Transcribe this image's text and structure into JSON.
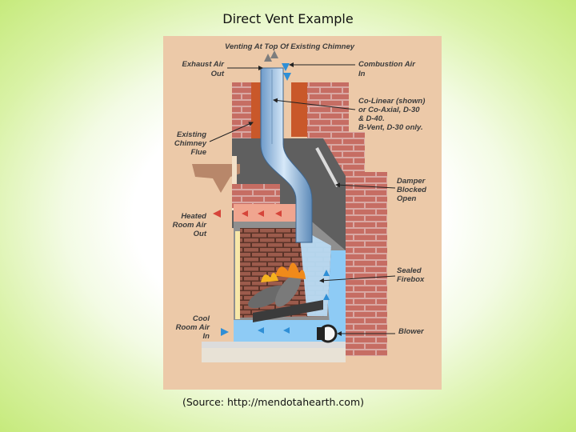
{
  "slide": {
    "title": "Direct Vent Example",
    "source": "(Source: http://mendotahearth.com)"
  },
  "diagram": {
    "background_color": "#ecc9a8",
    "labels": {
      "top": "Venting At Top Of Existing Chimney",
      "exhaust_1": "Exhaust Air",
      "exhaust_2": "Out",
      "combustion_1": "Combustion Air",
      "combustion_2": "In",
      "colinear_1": "Co-Linear (shown)",
      "colinear_2": "or Co-Axial, D-30",
      "colinear_3": "& D-40.",
      "colinear_4": "B-Vent, D-30 only.",
      "flue_1": "Existing",
      "flue_2": "Chimney",
      "flue_3": "Flue",
      "damper_1": "Damper",
      "damper_2": "Blocked",
      "damper_3": "Open",
      "heated_1": "Heated",
      "heated_2": "Room Air",
      "heated_3": "Out",
      "sealed_1": "Sealed",
      "sealed_2": "Firebox",
      "cool_1": "Cool",
      "cool_2": "Room Air",
      "cool_3": "In",
      "blower": "Blower"
    },
    "icons": [
      "brick-wall",
      "vent-pipe",
      "flame",
      "log",
      "blower-fan",
      "mantel"
    ]
  }
}
